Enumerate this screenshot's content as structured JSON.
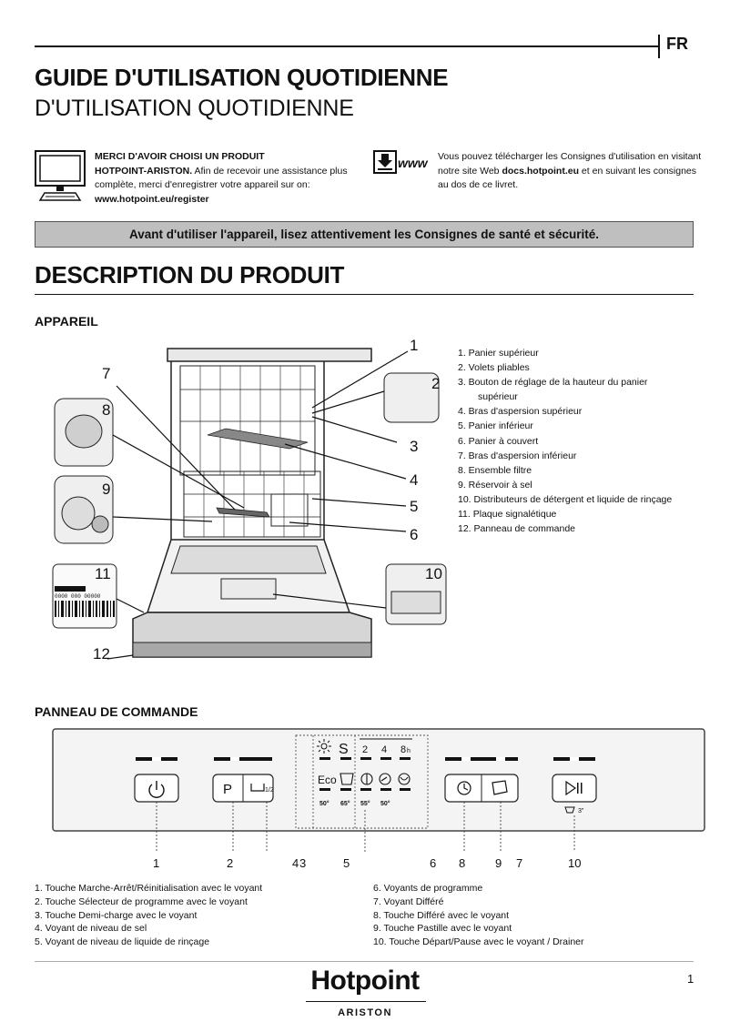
{
  "header": {
    "lang": "FR",
    "title": "GUIDE D'UTILISATION QUOTIDIENNE",
    "subtitle": "D'UTILISATION QUOTIDIENNE"
  },
  "register": {
    "line1": "MERCI D'AVOIR CHOISI UN PRODUIT",
    "brand": "HOTPOINT-ARISTON.",
    "text": " Afin de recevoir une assistance plus complète, merci d'enregistrer votre appareil sur on: ",
    "url": "www.hotpoint.eu/register"
  },
  "download": {
    "icon_label": "www",
    "text1": "Vous pouvez télécharger les Consignes d'utilisation en visitant notre site Web ",
    "url": "docs.hotpoint.eu",
    "text2": " et en suivant les consignes au dos de ce livret."
  },
  "warning": "Avant d'utiliser l'appareil, lisez attentivement les Consignes de santé et sécurité.",
  "description_title": "DESCRIPTION DU PRODUIT",
  "appliance": {
    "title": "APPAREIL",
    "callouts": [
      "1",
      "2",
      "3",
      "4",
      "5",
      "6",
      "7",
      "8",
      "9",
      "10",
      "11",
      "12"
    ],
    "plate_label": "0000 000 00000",
    "parts": [
      "1. Panier supérieur",
      "2.  Volets pliables",
      "3. Bouton de réglage de la hauteur du panier",
      "supérieur",
      "4. Bras d'aspersion supérieur",
      "5. Panier inférieur",
      "6. Panier à couvert",
      "7. Bras d'aspersion inférieur",
      "8. Ensemble filtre",
      "9. Réservoir à sel",
      "10. Distributeurs de détergent et liquide de rinçage",
      "11. Plaque signalétique",
      "12. Panneau de commande"
    ]
  },
  "control_panel": {
    "title": "PANNEAU DE COMMANDE",
    "btn_p": "P",
    "half": "1/2",
    "delay_hours": [
      "2",
      "4",
      "8"
    ],
    "hour_unit": "h",
    "eco": "Eco",
    "temps": [
      "50°",
      "65°",
      "55°",
      "50°"
    ],
    "drain_time": "3\"",
    "callouts": [
      "1",
      "2",
      "4",
      "3",
      "5",
      "6",
      "8",
      "9",
      "7",
      "10"
    ],
    "legend_left": [
      "1. Touche Marche-Arrêt/Réinitialisation avec le voyant",
      "2.    Touche Sélecteur de programme avec le voyant",
      "3.    Touche Demi-charge avec le voyant",
      "4. Voyant de niveau de sel",
      "5. Voyant de niveau de liquide de rinçage"
    ],
    "legend_right": [
      "6. Voyants de programme",
      "7. Voyant Différé",
      "8.    Touche Différé avec le voyant",
      "9. Touche Pastille avec le voyant",
      "10. Touche Départ/Pause avec le voyant / Drainer"
    ]
  },
  "footer": {
    "brand": "Hotpoint",
    "sub": "ARISTON",
    "page": "1"
  }
}
